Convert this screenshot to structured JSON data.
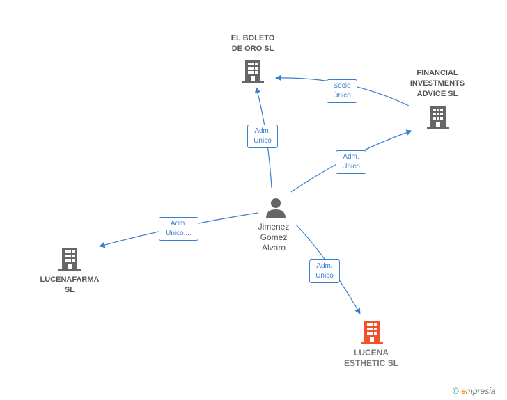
{
  "nodes": {
    "el_boleto": {
      "label": "EL BOLETO\nDE ORO  SL",
      "color": "#666666"
    },
    "financial": {
      "label": "FINANCIAL\nINVESTMENTS\nADVICE  SL",
      "color": "#666666"
    },
    "lucenafarma": {
      "label": "LUCENAFARMA\nSL",
      "color": "#666666"
    },
    "lucena_esthetic": {
      "label": "LUCENA\nESTHETIC  SL",
      "color": "#f0522a"
    },
    "person": {
      "label": "Jimenez\nGomez\nAlvaro",
      "color": "#666666"
    }
  },
  "edges": {
    "socio_unico": "Socio\nÚnico",
    "adm_boleto": "Adm.\nUnico",
    "adm_financial": "Adm.\nUnico",
    "adm_lucenafarma": "Adm.\nUnico,...",
    "adm_esthetic": "Adm.\nUnico"
  },
  "colors": {
    "edge": "#3a7fd0"
  },
  "footer": {
    "copyright": "©",
    "brand_e": "e",
    "brand_rest": "mpresia"
  }
}
